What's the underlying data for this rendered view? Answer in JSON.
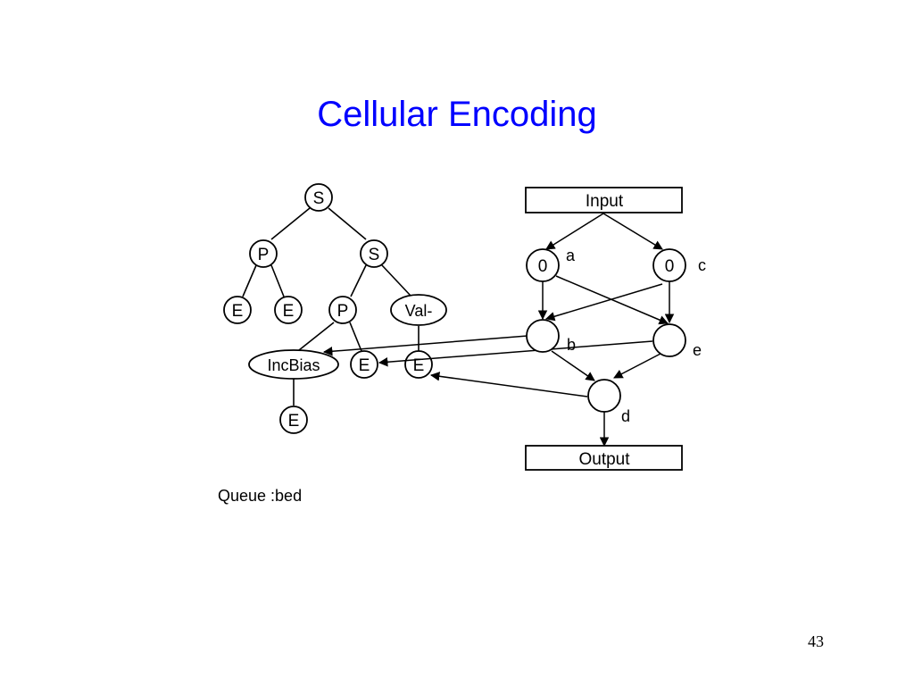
{
  "slide": {
    "title": "Cellular Encoding",
    "page_number": "43"
  },
  "tree": {
    "nodes": {
      "root": "S",
      "left_p": "P",
      "right_s": "S",
      "e1": "E",
      "e2": "E",
      "p2": "P",
      "val": "Val-",
      "incbias": "IncBias",
      "e3": "E",
      "e4": "E",
      "e5": "E"
    },
    "queue": "Queue :bed"
  },
  "network": {
    "input": "Input",
    "output": "Output",
    "node_a_value": "0",
    "node_c_value": "0",
    "labels": {
      "a": "a",
      "b": "b",
      "c": "c",
      "d": "d",
      "e": "e"
    }
  }
}
